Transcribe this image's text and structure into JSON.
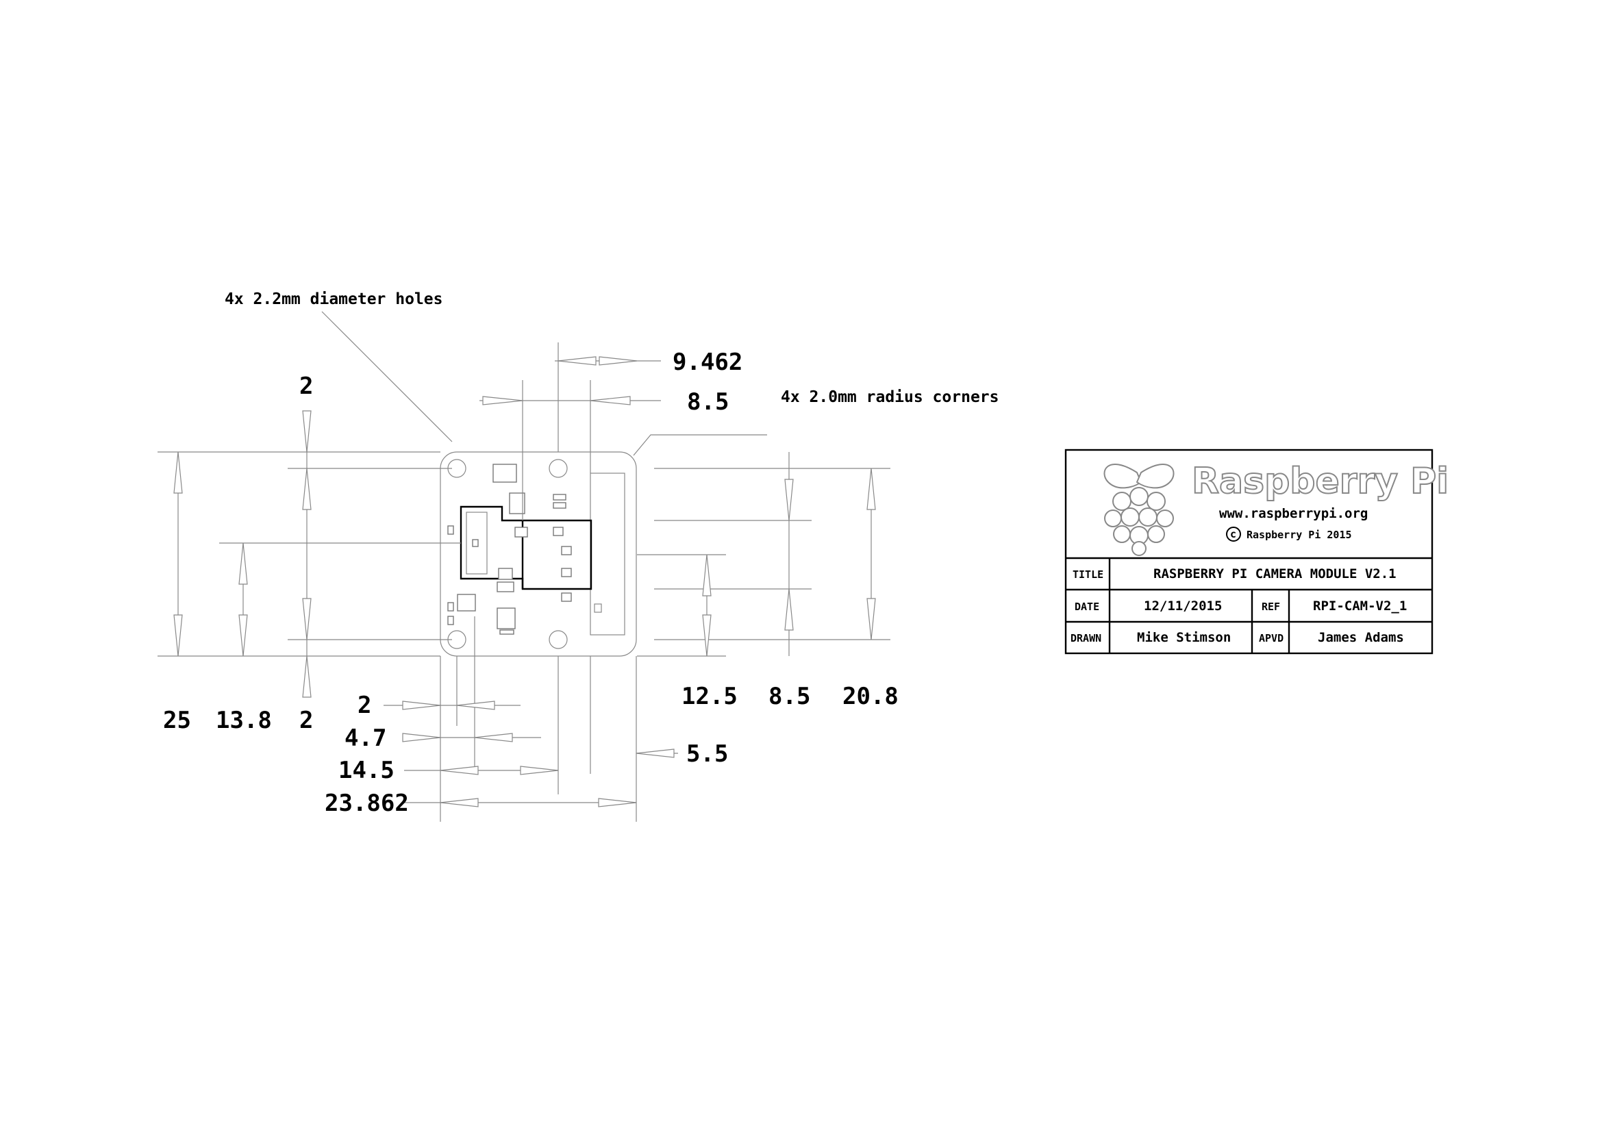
{
  "notes": {
    "holes": "4x 2.2mm diameter holes",
    "corners": "4x 2.0mm radius corners"
  },
  "dimensions": {
    "top_9_462": "9.462",
    "top_8_5": "8.5",
    "left_2_top": "2",
    "left_25": "25",
    "left_13_8": "13.8",
    "left_2_bottom": "2",
    "right_12_5": "12.5",
    "right_8_5": "8.5",
    "right_20_8": "20.8",
    "bottom_2": "2",
    "bottom_4_7": "4.7",
    "bottom_14_5": "14.5",
    "bottom_23_862": "23.862",
    "bottom_5_5": "5.5"
  },
  "title_block": {
    "brand": "Raspberry Pi",
    "website": "www.raspberrypi.org",
    "copyright_symbol": "c",
    "copyright": "Raspberry Pi 2015",
    "title_label": "TITLE",
    "title_value": "RASPBERRY PI CAMERA MODULE V2.1",
    "date_label": "DATE",
    "date_value": "12/11/2015",
    "ref_label": "REF",
    "ref_value": "RPI-CAM-V2_1",
    "drawn_label": "DRAWN",
    "drawn_value": "Mike Stimson",
    "apvd_label": "APVD",
    "apvd_value": "James Adams"
  }
}
